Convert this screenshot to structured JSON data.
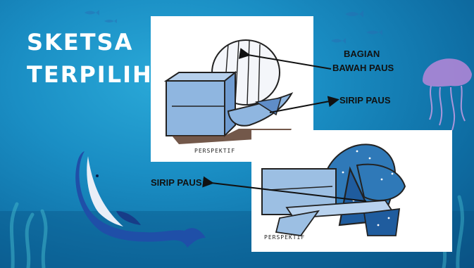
{
  "title": {
    "line1": "SKETSA",
    "line2": "TERPILIH"
  },
  "sketch1": {
    "caption": "PERSPEKTIF",
    "labels": {
      "bagian_bawah_paus": [
        "BAGIAN",
        "BAWAH PAUS"
      ],
      "sirip_paus": "SIRIP PAUS"
    }
  },
  "sketch2": {
    "caption": "PERSPEKTIF",
    "label_sirip_paus": "SIRIP PAUS"
  },
  "colors": {
    "background": "#1a8ec4",
    "title": "#ffffff",
    "whale": "#1f4fa8",
    "furniture": "#8fb6e0"
  }
}
